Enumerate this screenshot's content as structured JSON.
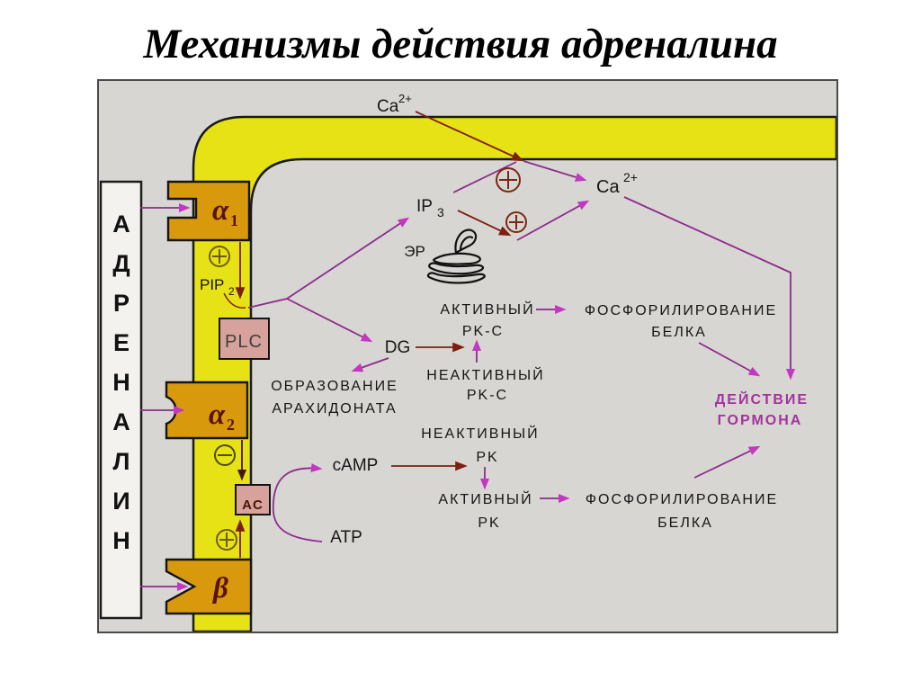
{
  "title": "Механизмы действия адреналина",
  "ligand": {
    "word": "АДРЕНАЛИН",
    "letters": [
      "А",
      "Д",
      "Р",
      "Е",
      "Н",
      "А",
      "Л",
      "И",
      "Н"
    ]
  },
  "receptors": {
    "alpha": "α",
    "alpha1_sub": "1",
    "alpha2_sub": "2",
    "beta": "β"
  },
  "enzymes": {
    "plc": "PLC",
    "ac": "AC"
  },
  "chem": {
    "ca": "Ca",
    "ca_sup": "2+",
    "ip": "IP",
    "ip_sub": "3",
    "pip": "PIP",
    "pip_sub": "2",
    "dg": "DG",
    "camp": "cAMP",
    "atp": "ATP"
  },
  "organelle": {
    "er": "ЭР"
  },
  "labels": {
    "active": "АКТИВНЫЙ",
    "inactive": "НЕАКТИВНЫЙ",
    "pkc": "PK-C",
    "pk": "PK",
    "phospho": "ФОСФОРИЛИРОВАНИЕ",
    "protein": "БЕЛКА",
    "formation": "ОБРАЗОВАНИЕ",
    "arachidonate": "АРАХИДОНАТА",
    "action1": "ДЕЙСТВИЕ",
    "action2": "ГОРМОНА"
  },
  "symbols": {
    "stimulation": "⊕",
    "inhibition": "⊖"
  },
  "colors": {
    "membrane": "#e6e215",
    "receptor": "#d89a0c",
    "enzyme_box": "#d8a29c",
    "arrow_purple": "#8c2b8c",
    "arrow_dark_red": "#7c1f10",
    "arrow_head_magenta": "#c238c2",
    "hormone_action_text": "#a3339f",
    "panel_bg": "#d8d6d2"
  }
}
